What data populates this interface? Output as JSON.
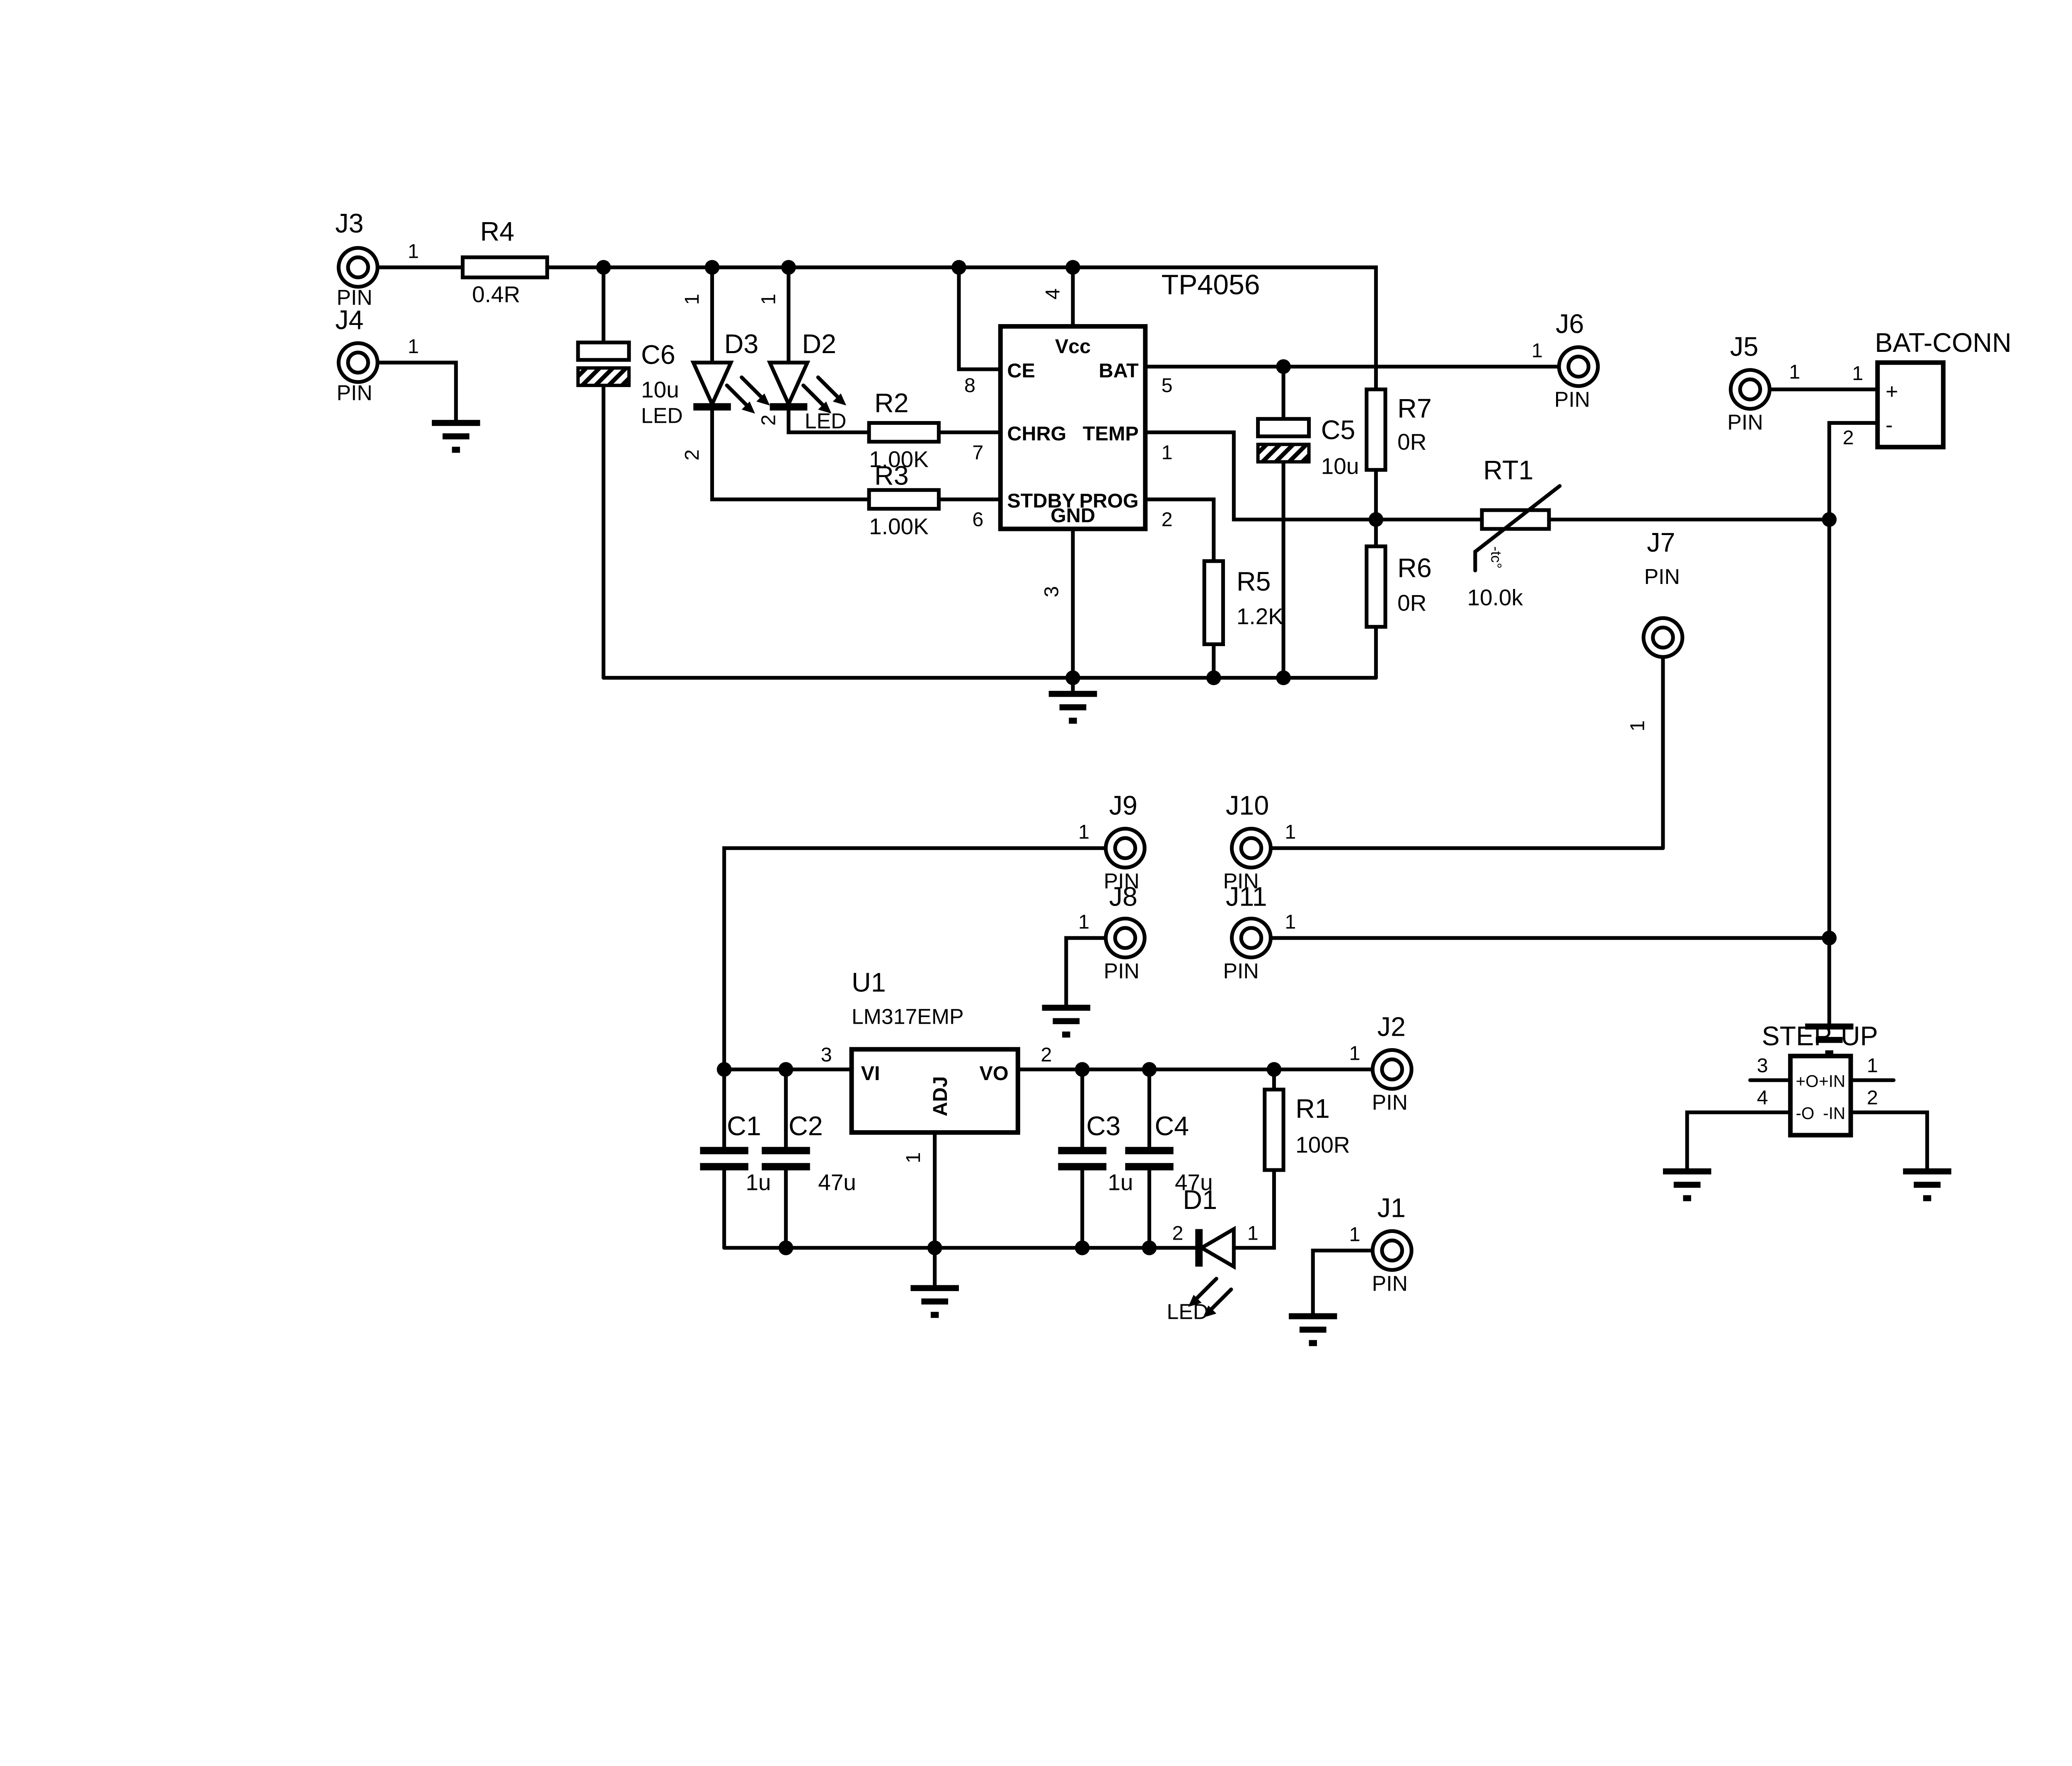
{
  "ic": {
    "title": "TP4056",
    "vcc": "Vcc",
    "ce": "CE",
    "bat": "BAT",
    "chrg": "CHRG",
    "temp": "TEMP",
    "stdby": "STDBY",
    "prog": "PROG",
    "gnd": "GND",
    "n1": "1",
    "n2": "2",
    "n3": "3",
    "n4": "4",
    "n5": "5",
    "n6": "6",
    "n7": "7",
    "n8": "8"
  },
  "u1": {
    "ref": "U1",
    "part": "LM317EMP",
    "vi": "VI",
    "vo": "VO",
    "adj": "ADJ",
    "n1": "1",
    "n2": "2",
    "n3": "3"
  },
  "stepup": {
    "title": "STEP-UP",
    "po": "+O",
    "no": "-O",
    "pi": "+IN",
    "ni": "-IN",
    "n1": "1",
    "n2": "2",
    "n3": "3",
    "n4": "4"
  },
  "batconn": {
    "title": "BAT-CONN",
    "plus": "+",
    "minus": "-",
    "n1": "1",
    "n2": "2"
  },
  "r": {
    "r1": {
      "ref": "R1",
      "val": "100R"
    },
    "r2": {
      "ref": "R2",
      "val": "1.00K"
    },
    "r3": {
      "ref": "R3",
      "val": "1.00K"
    },
    "r4": {
      "ref": "R4",
      "val": "0.4R"
    },
    "r5": {
      "ref": "R5",
      "val": "1.2K"
    },
    "r6": {
      "ref": "R6",
      "val": "0R"
    },
    "r7": {
      "ref": "R7",
      "val": "0R"
    }
  },
  "rt1": {
    "ref": "RT1",
    "val": "10.0k",
    "tc": "-tc°"
  },
  "c": {
    "c1": {
      "ref": "C1",
      "val": "1u"
    },
    "c2": {
      "ref": "C2",
      "val": "47u"
    },
    "c3": {
      "ref": "C3",
      "val": "1u"
    },
    "c4": {
      "ref": "C4",
      "val": "47u"
    },
    "c5": {
      "ref": "C5",
      "val": "10u"
    },
    "c6": {
      "ref": "C6",
      "val": "10u"
    }
  },
  "d": {
    "d1": {
      "ref": "D1",
      "typ": "LED",
      "n1": "1",
      "n2": "2"
    },
    "d2": {
      "ref": "D2",
      "typ": "LED",
      "n1": "1",
      "n2": "2"
    },
    "d3": {
      "ref": "D3",
      "typ": "LED",
      "n1": "1",
      "n2": "2"
    }
  },
  "j": {
    "j1": {
      "ref": "J1",
      "n": "1",
      "typ": "PIN"
    },
    "j2": {
      "ref": "J2",
      "n": "1",
      "typ": "PIN"
    },
    "j3": {
      "ref": "J3",
      "n": "1",
      "typ": "PIN"
    },
    "j4": {
      "ref": "J4",
      "n": "1",
      "typ": "PIN"
    },
    "j5": {
      "ref": "J5",
      "n": "1",
      "typ": "PIN"
    },
    "j6": {
      "ref": "J6",
      "n": "1",
      "typ": "PIN"
    },
    "j7": {
      "ref": "J7",
      "n": "1",
      "typ": "PIN"
    },
    "j8": {
      "ref": "J8",
      "n": "1",
      "typ": "PIN"
    },
    "j9": {
      "ref": "J9",
      "n": "1",
      "typ": "PIN"
    },
    "j10": {
      "ref": "J10",
      "n": "1",
      "typ": "PIN"
    },
    "j11": {
      "ref": "J11",
      "n": "1",
      "typ": "PIN"
    }
  }
}
